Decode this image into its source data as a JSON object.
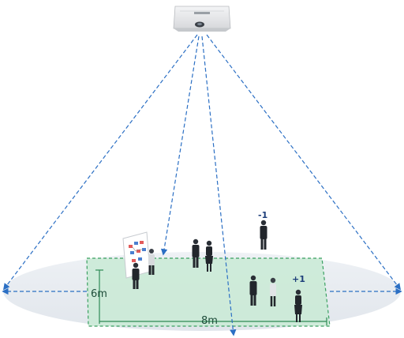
{
  "labels": {
    "minus_one": "-1",
    "plus_one": "+1",
    "width_dimension": "6m",
    "length_dimension": "8m"
  },
  "icons": {
    "sensor": "ceiling-sensor-icon",
    "whiteboard": "flipchart-icon",
    "person": "person-icon"
  },
  "colors": {
    "floor": "#e7ebf1",
    "zone_fill": "#c9ead5",
    "zone_stroke": "#3aa061",
    "beam": "#2b6fc4",
    "sensor_body": "#e9eaec",
    "suit": "#22262c",
    "label": "#1d3e7a"
  }
}
